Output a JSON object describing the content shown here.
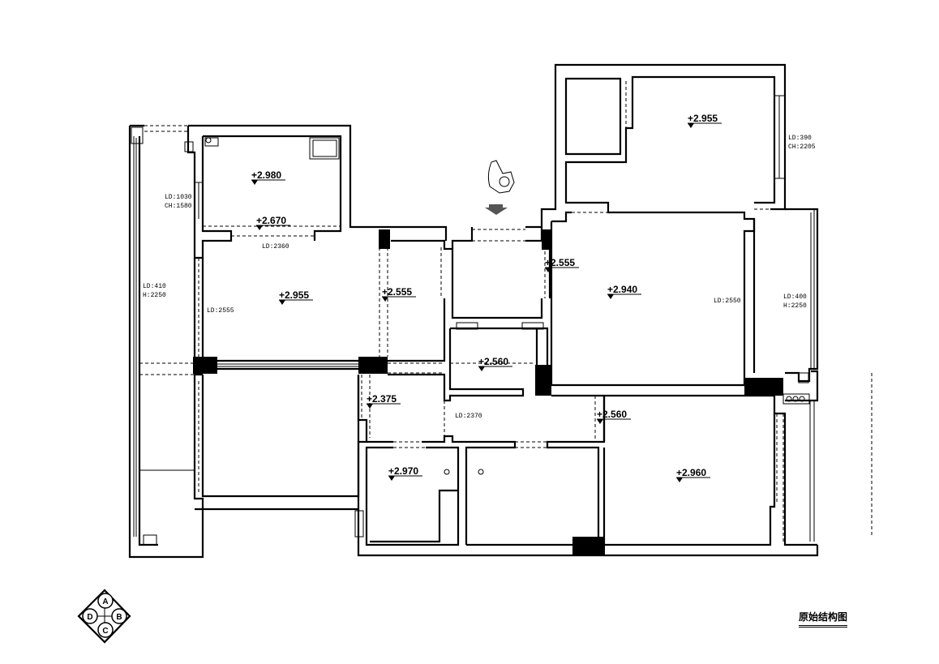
{
  "drawing": {
    "title": "原始结构图",
    "elevations": [
      {
        "id": "elev-bedroom-upper-left",
        "label": "+2.980"
      },
      {
        "id": "elev-beam-upper-left",
        "label": "+2.670"
      },
      {
        "id": "elev-living-left",
        "label": "+2.955"
      },
      {
        "id": "elev-corridor",
        "label": "+2.555"
      },
      {
        "id": "elev-entry",
        "label": "+2.555"
      },
      {
        "id": "elev-living-right",
        "label": "+2.940"
      },
      {
        "id": "elev-top-right-room",
        "label": "+2.955"
      },
      {
        "id": "elev-kitchen",
        "label": "+2.560"
      },
      {
        "id": "elev-hall",
        "label": "+2.375"
      },
      {
        "id": "elev-lower-corridor",
        "label": "+2.560"
      },
      {
        "id": "elev-bath",
        "label": "+2.970"
      },
      {
        "id": "elev-lower-right-room",
        "label": "+2.960"
      }
    ],
    "dimensions": [
      {
        "id": "dim-ld1030",
        "lines": [
          "LD:1030",
          "CH:1580"
        ]
      },
      {
        "id": "dim-ld2360",
        "lines": [
          "LD:2360"
        ]
      },
      {
        "id": "dim-ld410",
        "lines": [
          "LD:410",
          "H:2250"
        ]
      },
      {
        "id": "dim-ld2555",
        "lines": [
          "LD:2555"
        ]
      },
      {
        "id": "dim-ld2370",
        "lines": [
          "LD:2370"
        ]
      },
      {
        "id": "dim-ld2550",
        "lines": [
          "LD:2550"
        ]
      },
      {
        "id": "dim-ld400",
        "lines": [
          "LD:400",
          "H:2250"
        ]
      },
      {
        "id": "dim-ld390",
        "lines": [
          "LD:390",
          "CH:2205"
        ]
      }
    ],
    "compass": [
      "A",
      "B",
      "C",
      "D"
    ]
  }
}
